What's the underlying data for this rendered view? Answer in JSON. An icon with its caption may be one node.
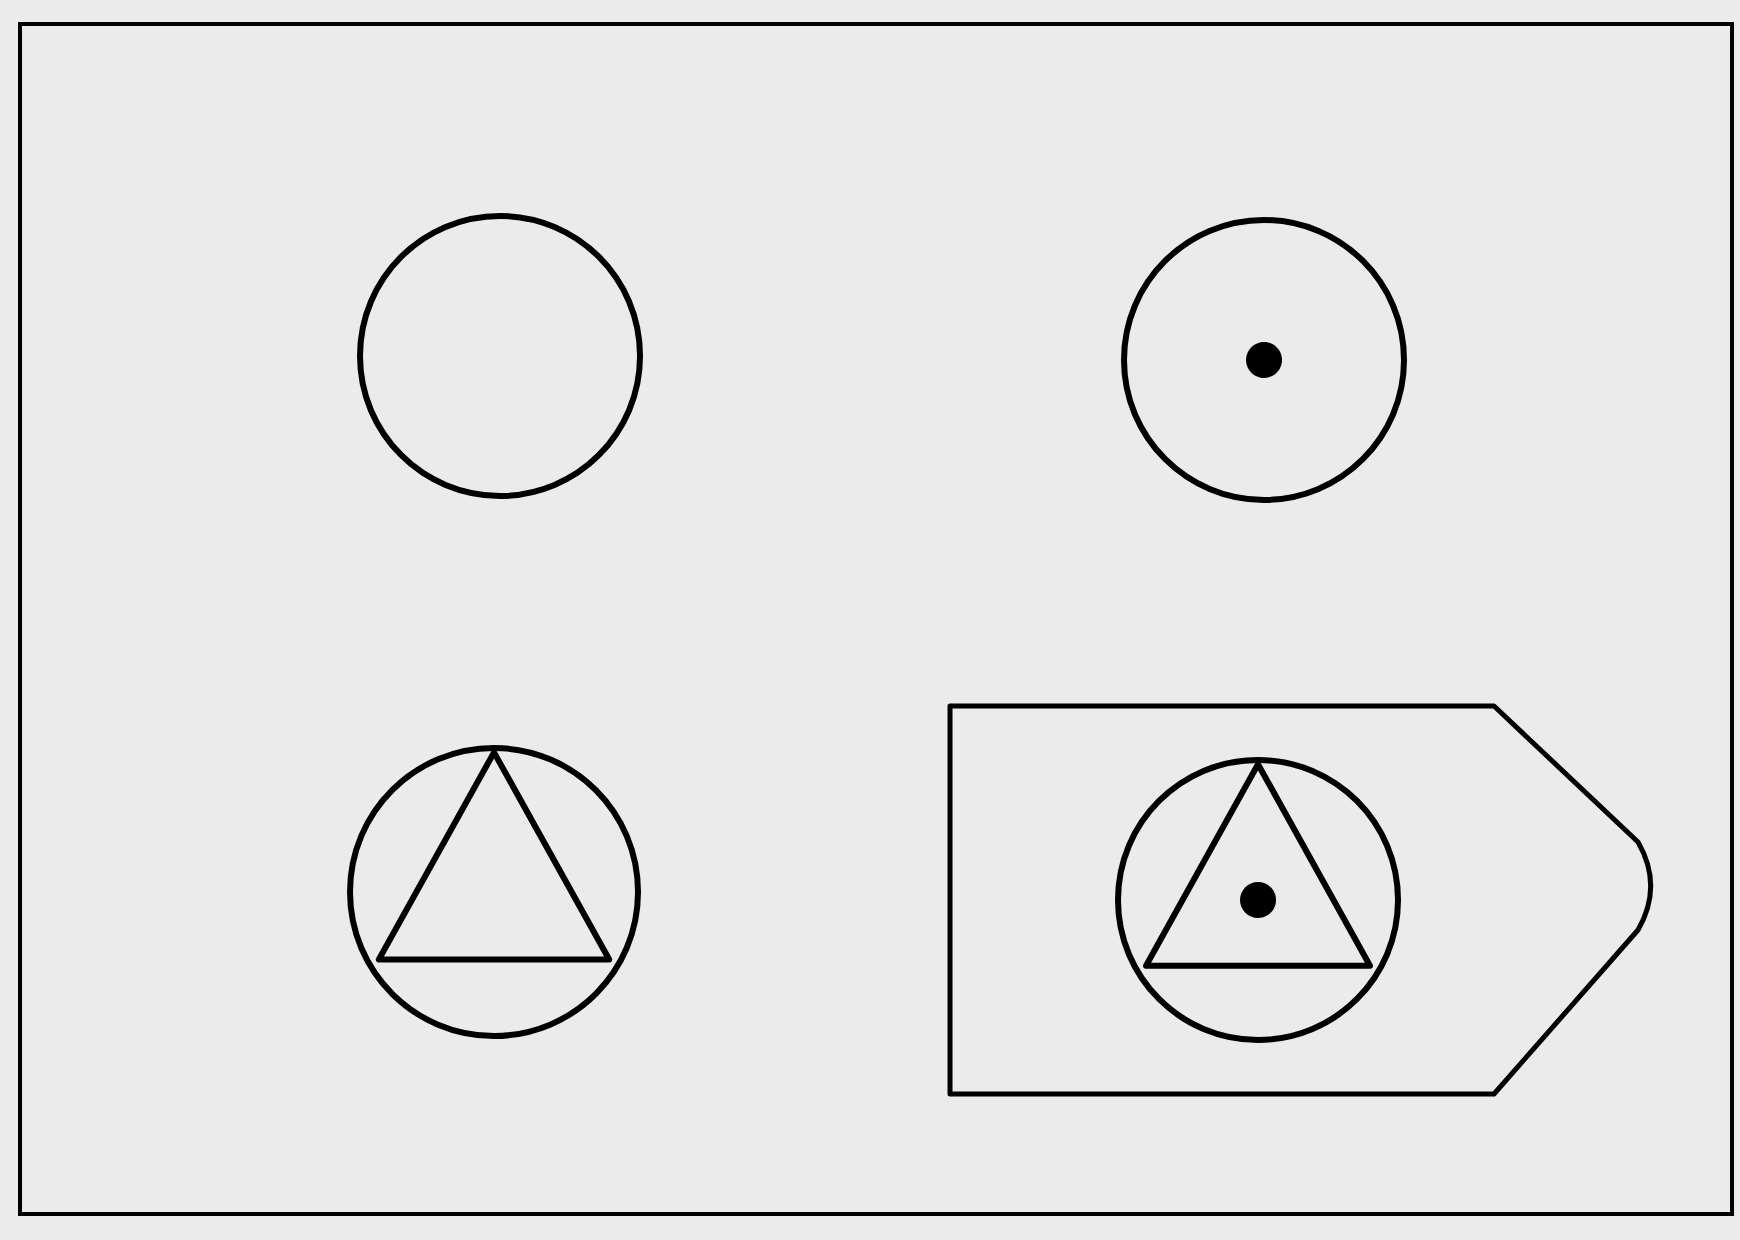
{
  "diagram": {
    "nodes": [
      {
        "text": [],
        "shape": "circle"
      },
      {
        "text": [],
        "shape": "circle"
      },
      {
        "text": [],
        "shape": "circle"
      },
      {
        "text": [],
        "shape": "box"
      },
      {
        "text": [],
        "shape": "circle",
        "in": 3
      }
    ]
  }
}
